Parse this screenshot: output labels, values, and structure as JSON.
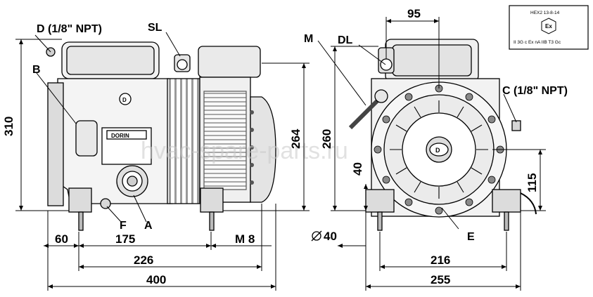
{
  "dimensions": {
    "d310": "310",
    "d264": "264",
    "d260": "260",
    "d40v": "40",
    "d115": "115",
    "d95": "95",
    "d60": "60",
    "d175": "175",
    "d226": "226",
    "d400": "400",
    "d216": "216",
    "d255": "255",
    "m8": "M 8",
    "dia40": "40"
  },
  "labels": {
    "D": "D (1/8\" NPT)",
    "SL": "SL",
    "B": "B",
    "F": "F",
    "A": "A",
    "M": "M",
    "DL": "DL",
    "C": "C (1/8\" NPT)",
    "E": "E"
  },
  "brand": {
    "nameplate": "DORIN",
    "logo": "D"
  },
  "certification": {
    "code": "HEX2 13-8-14",
    "marking": "II 3G c Ex nA IIB T3 Gc",
    "symbol": "Ex"
  },
  "watermark": "hvac-spare-parts.ru"
}
